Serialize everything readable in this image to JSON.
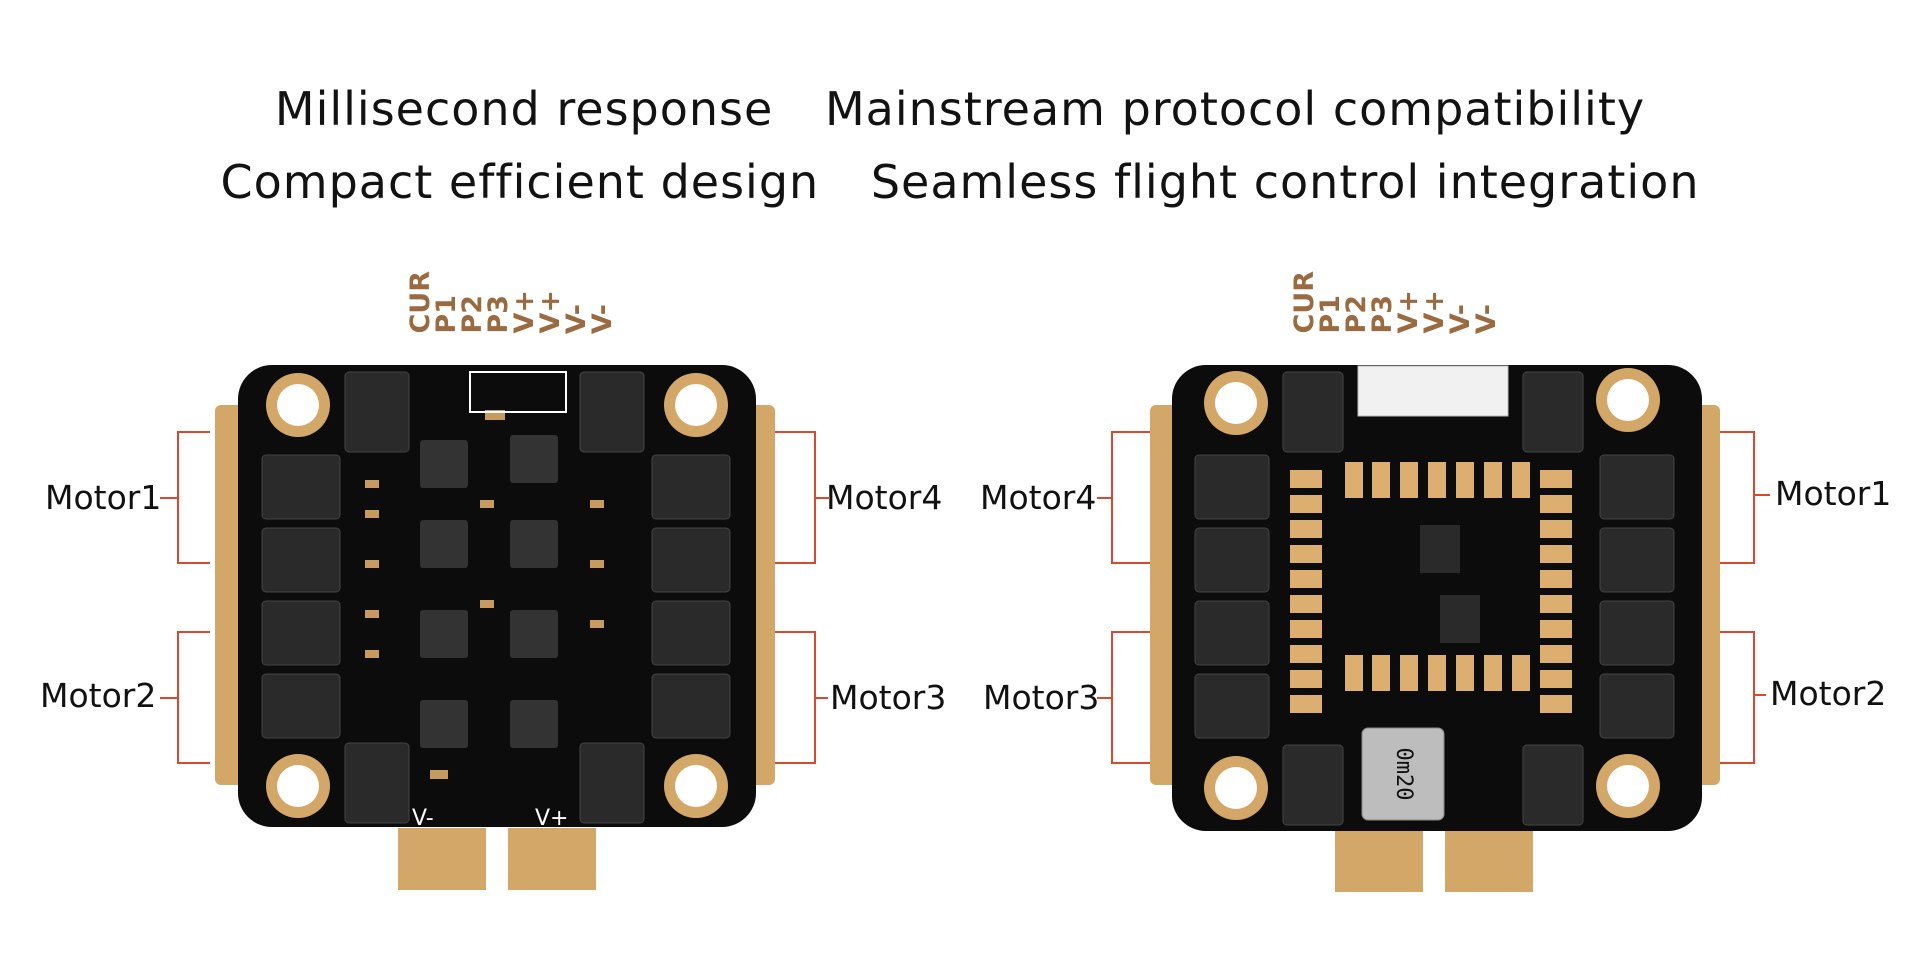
{
  "headline": {
    "row1": [
      "Millisecond response",
      "Mainstream protocol compatibility"
    ],
    "row2": [
      "Compact efficient design",
      "Seamless flight control integration"
    ]
  },
  "left_board": {
    "pins": [
      "CUR",
      "P1",
      "P2",
      "P3",
      "V+",
      "V+",
      "V-",
      "V-"
    ],
    "motors": {
      "top_left": "Motor1",
      "bottom_left": "Motor2",
      "top_right": "Motor4",
      "bottom_right": "Motor3"
    },
    "silk": {
      "vminus": "V-",
      "vplus": "V+"
    }
  },
  "right_board": {
    "pins": [
      "CUR",
      "P1",
      "P2",
      "P3",
      "V+",
      "V+",
      "V-",
      "V-"
    ],
    "motors": {
      "top_left": "Motor4",
      "bottom_left": "Motor3",
      "top_right": "Motor1",
      "bottom_right": "Motor2"
    },
    "cap_label": "0m20"
  },
  "colors": {
    "pcb": "#0c0c0c",
    "gold": "#d2a767",
    "bracket": "#d84a2f",
    "pin_text": "#9a6a40"
  }
}
